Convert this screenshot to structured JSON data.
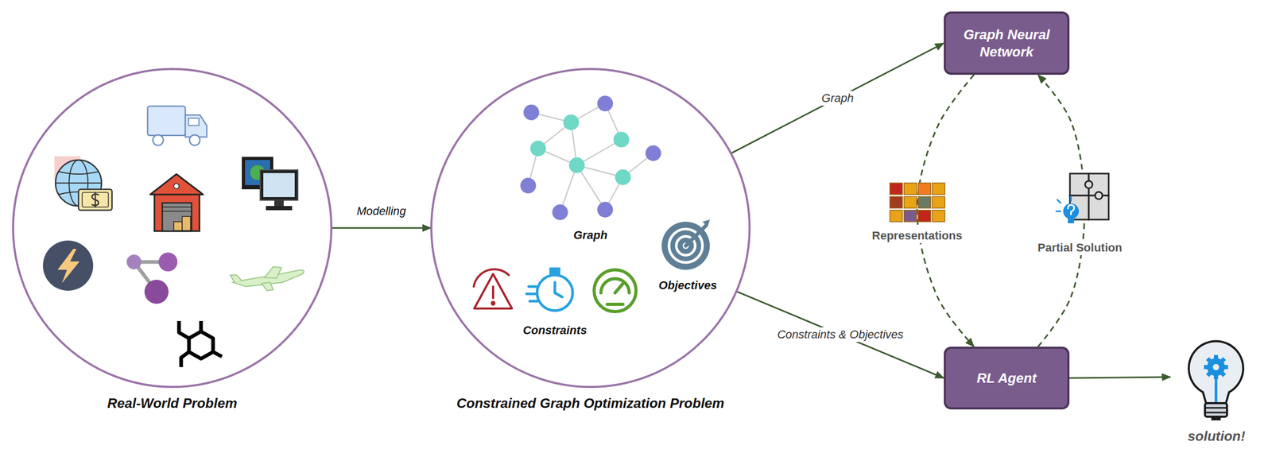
{
  "diagram": {
    "nodes": [
      {
        "text": [
          "Real-World Problem"
        ]
      },
      {
        "text": [
          "Constrained Graph Optimization Problem",
          "Graph",
          "Objectives",
          "Constraints"
        ]
      },
      {
        "text": [
          "Graph Neural Network"
        ]
      },
      {
        "text": [
          "RL Agent"
        ]
      },
      {
        "text": [
          "solution!"
        ]
      }
    ],
    "edges": [
      {
        "from": 0,
        "to": 1,
        "label": "Modelling",
        "arrow": "to"
      },
      {
        "from": 1,
        "to": 2,
        "label": "Graph",
        "arrow": "to"
      },
      {
        "from": 1,
        "to": 3,
        "label": "Constraints & Objectives",
        "arrow": "to"
      },
      {
        "from": 2,
        "to": 3,
        "label": "Representations",
        "arrow": "to"
      },
      {
        "from": 3,
        "to": 2,
        "label": "Partial Solution",
        "arrow": "to"
      },
      {
        "from": 3,
        "to": 4,
        "arrow": "to"
      }
    ]
  }
}
